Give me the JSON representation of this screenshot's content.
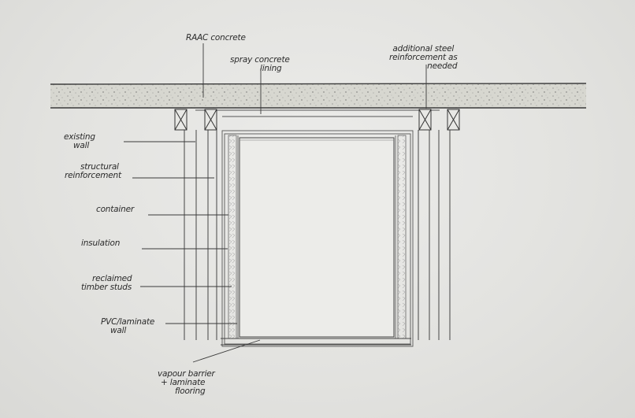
{
  "labels": {
    "raac": "RAAC concrete",
    "spray_1": "spray concrete",
    "spray_2": "lining",
    "steel_1": "additional steel",
    "steel_2": "reinforcement as",
    "steel_3": "needed",
    "existing_1": "existing",
    "existing_2": "wall",
    "structural_1": "structural",
    "structural_2": "reinforcement",
    "container": "container",
    "insulation": "insulation",
    "timber_1": "reclaimed",
    "timber_2": "timber studs",
    "pvc_1": "PVC/laminate",
    "pvc_2": "wall",
    "vapour_1": "vapour barrier",
    "vapour_2": "+ laminate",
    "vapour_3": "flooring"
  },
  "colors": {
    "paper": "#e4e4e2",
    "ink": "#3a3a3a",
    "slab": "#d6d6cf"
  }
}
